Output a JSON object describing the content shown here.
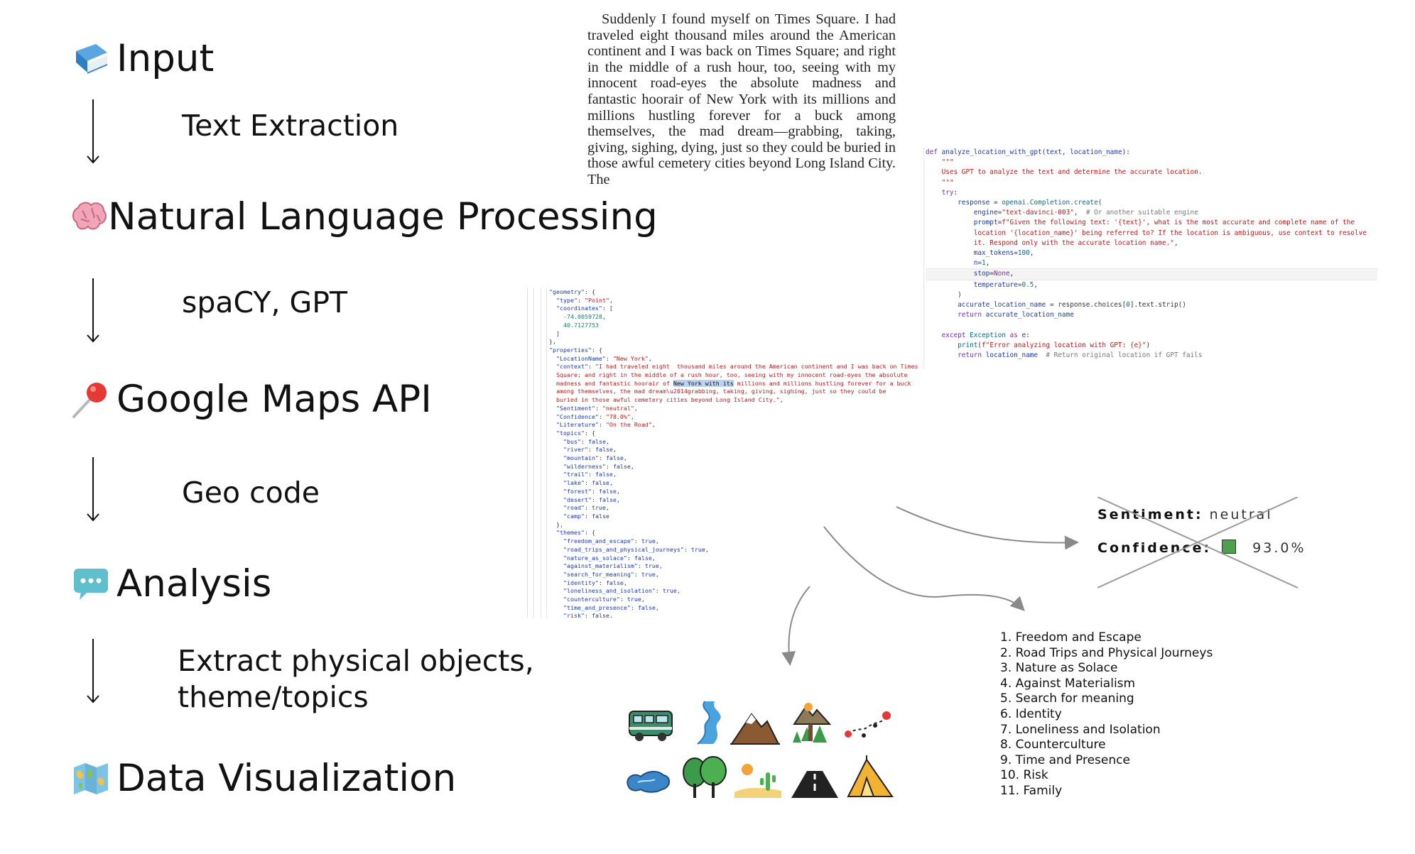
{
  "pipeline": {
    "stages": [
      {
        "label": "Input",
        "icon": "book-icon"
      },
      {
        "label": "Natural Language Processing",
        "icon": "brain-icon"
      },
      {
        "label": "Google Maps API",
        "icon": "map-pin-icon"
      },
      {
        "label": "Analysis",
        "icon": "speech-bubble-icon"
      },
      {
        "label": "Data Visualization",
        "icon": "world-map-icon"
      }
    ],
    "steps": [
      {
        "label": "Text Extraction"
      },
      {
        "label": "spaCY, GPT"
      },
      {
        "label": "Geo code"
      },
      {
        "line1": "Extract physical objects,",
        "line2": "theme/topics"
      }
    ]
  },
  "source_text": "Suddenly I found myself on Times Square. I had traveled eight thousand miles around the American continent and I was back on Times Square; and right in the middle of a rush hour, too, seeing with my innocent road-eyes the absolute madness and fantastic hoorair of New York with its millions and millions hustling forever for a buck among themselves, the mad dream—grabbing, taking, giving, sighing, dying, just so they could be buried in those awful cemetery cities beyond Long Island City. The",
  "code_lines": [
    {
      "spans": [
        [
          "kw",
          "def "
        ],
        [
          "fn",
          "analyze_location_with_gpt"
        ],
        [
          "p",
          "("
        ],
        [
          "fn",
          "text"
        ],
        [
          "p",
          ", "
        ],
        [
          "fn",
          "location_name"
        ],
        [
          "p",
          "):"
        ]
      ]
    },
    {
      "spans": [
        [
          "st",
          "    \"\"\""
        ]
      ]
    },
    {
      "spans": [
        [
          "st",
          "    Uses GPT to analyze the text and determine the accurate location."
        ]
      ]
    },
    {
      "spans": [
        [
          "st",
          "    \"\"\""
        ]
      ]
    },
    {
      "spans": [
        [
          "kw",
          "    try"
        ],
        [
          "p",
          ":"
        ]
      ]
    },
    {
      "spans": [
        [
          "fn",
          "        response"
        ],
        [
          "p",
          " = "
        ],
        [
          "nm",
          "openai.Completion.create"
        ],
        [
          "p",
          "("
        ]
      ]
    },
    {
      "spans": [
        [
          "fn",
          "            engine"
        ],
        [
          "p",
          "="
        ],
        [
          "st",
          "\"text-davinci-003\""
        ],
        [
          "p",
          ",  "
        ],
        [
          "cm",
          "# Or another suitable engine"
        ]
      ]
    },
    {
      "spans": [
        [
          "fn",
          "            prompt"
        ],
        [
          "p",
          "="
        ],
        [
          "st",
          "f\"Given the following text: '{text}', what is the most accurate and complete name of the"
        ]
      ]
    },
    {
      "spans": [
        [
          "st",
          "            location '{location_name}' being referred to? If the location is ambiguous, use context to resolve"
        ]
      ]
    },
    {
      "spans": [
        [
          "st",
          "            it. Respond only with the accurate location name.\""
        ],
        [
          "p",
          ","
        ]
      ]
    },
    {
      "spans": [
        [
          "fn",
          "            max_tokens"
        ],
        [
          "p",
          "="
        ],
        [
          "nm",
          "100"
        ],
        [
          "p",
          ","
        ]
      ]
    },
    {
      "spans": [
        [
          "fn",
          "            n"
        ],
        [
          "p",
          "="
        ],
        [
          "nm",
          "1"
        ],
        [
          "p",
          ","
        ]
      ]
    },
    {
      "spans": [
        [
          "fn",
          "            stop"
        ],
        [
          "p",
          "="
        ],
        [
          "kw",
          "None"
        ],
        [
          "p",
          ","
        ]
      ]
    },
    {
      "spans": [
        [
          "fn",
          "            temperature"
        ],
        [
          "p",
          "="
        ],
        [
          "nm",
          "0.5"
        ],
        [
          "p",
          ","
        ]
      ]
    },
    {
      "spans": [
        [
          "p",
          "        )"
        ]
      ]
    },
    {
      "spans": [
        [
          "fn",
          "        accurate_location_name"
        ],
        [
          "p",
          " = response.choices["
        ],
        [
          "nm",
          "0"
        ],
        [
          "p",
          "].text.strip()"
        ]
      ]
    },
    {
      "spans": [
        [
          "kw",
          "        return "
        ],
        [
          "fn",
          "accurate_location_name"
        ]
      ]
    },
    {
      "spans": [
        [
          "p",
          " "
        ]
      ]
    },
    {
      "spans": [
        [
          "kw",
          "    except "
        ],
        [
          "nm",
          "Exception"
        ],
        [
          "kw",
          " as "
        ],
        [
          "fn",
          "e"
        ],
        [
          "p",
          ":"
        ]
      ]
    },
    {
      "spans": [
        [
          "nm",
          "        print"
        ],
        [
          "p",
          "("
        ],
        [
          "st",
          "f\"Error analyzing location with GPT: {e}\""
        ],
        [
          "p",
          ")"
        ]
      ]
    },
    {
      "spans": [
        [
          "kw",
          "        return "
        ],
        [
          "fn",
          "location_name"
        ],
        [
          "p",
          "  "
        ],
        [
          "cm",
          "# Return original location if GPT fails"
        ]
      ]
    }
  ],
  "json_lines": [
    {
      "spans": [
        [
          "k",
          "\"geometry\""
        ],
        [
          "p",
          ": {"
        ]
      ]
    },
    {
      "spans": [
        [
          "k",
          "  \"type\""
        ],
        [
          "p",
          ": "
        ],
        [
          "s",
          "\"Point\""
        ],
        [
          "p",
          ","
        ]
      ]
    },
    {
      "spans": [
        [
          "k",
          "  \"coordinates\""
        ],
        [
          "p",
          ": ["
        ]
      ]
    },
    {
      "spans": [
        [
          "n",
          "    -74.0059728"
        ],
        [
          "p",
          ","
        ]
      ]
    },
    {
      "spans": [
        [
          "n",
          "    40.7127753"
        ]
      ]
    },
    {
      "spans": [
        [
          "p",
          "  ]"
        ]
      ]
    },
    {
      "spans": [
        [
          "p",
          "},"
        ]
      ]
    },
    {
      "spans": [
        [
          "k",
          "\"properties\""
        ],
        [
          "p",
          ": {"
        ]
      ]
    },
    {
      "spans": [
        [
          "k",
          "  \"LocationName\""
        ],
        [
          "p",
          ": "
        ],
        [
          "s",
          "\"New York\""
        ],
        [
          "p",
          ","
        ]
      ]
    },
    {
      "spans": [
        [
          "k",
          "  \"context\""
        ],
        [
          "p",
          ": "
        ],
        [
          "s",
          "\"I had traveled eight  thousand miles around the American continent and I was back on Times"
        ]
      ]
    },
    {
      "spans": [
        [
          "s",
          "  Square; and right in the middle of a rush hour, too, seeing with my innocent road-eyes the absolute"
        ]
      ]
    },
    {
      "spans": [
        [
          "s",
          "  madness and fantastic hoorair of "
        ],
        [
          "hl",
          "New York with its"
        ],
        [
          "s",
          " millions and millions hustling forever for a buck"
        ]
      ]
    },
    {
      "spans": [
        [
          "s",
          "  among themselves, the mad dream\\u2014grabbing, taking, giving, sighing, just so they could be"
        ]
      ]
    },
    {
      "spans": [
        [
          "s",
          "  buried in those awful cemetery cities beyond Long Island City.\""
        ],
        [
          "p",
          ","
        ]
      ]
    },
    {
      "spans": [
        [
          "k",
          "  \"Sentiment\""
        ],
        [
          "p",
          ": "
        ],
        [
          "s",
          "\"neutral\""
        ],
        [
          "p",
          ","
        ]
      ]
    },
    {
      "spans": [
        [
          "k",
          "  \"Confidence\""
        ],
        [
          "p",
          ": "
        ],
        [
          "s",
          "\"78.0%\""
        ],
        [
          "p",
          ","
        ]
      ]
    },
    {
      "spans": [
        [
          "k",
          "  \"Literature\""
        ],
        [
          "p",
          ": "
        ],
        [
          "s",
          "\"On the Road\""
        ],
        [
          "p",
          ","
        ]
      ]
    },
    {
      "spans": [
        [
          "k",
          "  \"topics\""
        ],
        [
          "p",
          ": {"
        ]
      ]
    },
    {
      "spans": [
        [
          "k",
          "    \"bus\""
        ],
        [
          "p",
          ": "
        ],
        [
          "b",
          "false"
        ],
        [
          "p",
          ","
        ]
      ]
    },
    {
      "spans": [
        [
          "k",
          "    \"river\""
        ],
        [
          "p",
          ": "
        ],
        [
          "b",
          "false"
        ],
        [
          "p",
          ","
        ]
      ]
    },
    {
      "spans": [
        [
          "k",
          "    \"mountain\""
        ],
        [
          "p",
          ": "
        ],
        [
          "b",
          "false"
        ],
        [
          "p",
          ","
        ]
      ]
    },
    {
      "spans": [
        [
          "k",
          "    \"wilderness\""
        ],
        [
          "p",
          ": "
        ],
        [
          "b",
          "false"
        ],
        [
          "p",
          ","
        ]
      ]
    },
    {
      "spans": [
        [
          "k",
          "    \"trail\""
        ],
        [
          "p",
          ": "
        ],
        [
          "b",
          "false"
        ],
        [
          "p",
          ","
        ]
      ]
    },
    {
      "spans": [
        [
          "k",
          "    \"lake\""
        ],
        [
          "p",
          ": "
        ],
        [
          "b",
          "false"
        ],
        [
          "p",
          ","
        ]
      ]
    },
    {
      "spans": [
        [
          "k",
          "    \"forest\""
        ],
        [
          "p",
          ": "
        ],
        [
          "b",
          "false"
        ],
        [
          "p",
          ","
        ]
      ]
    },
    {
      "spans": [
        [
          "k",
          "    \"desert\""
        ],
        [
          "p",
          ": "
        ],
        [
          "b",
          "false"
        ],
        [
          "p",
          ","
        ]
      ]
    },
    {
      "spans": [
        [
          "k",
          "    \"road\""
        ],
        [
          "p",
          ": "
        ],
        [
          "b",
          "true"
        ],
        [
          "p",
          ","
        ]
      ]
    },
    {
      "spans": [
        [
          "k",
          "    \"camp\""
        ],
        [
          "p",
          ": "
        ],
        [
          "b",
          "false"
        ]
      ]
    },
    {
      "spans": [
        [
          "p",
          "  },"
        ]
      ]
    },
    {
      "spans": [
        [
          "k",
          "  \"themes\""
        ],
        [
          "p",
          ": {"
        ]
      ]
    },
    {
      "spans": [
        [
          "k",
          "    \"freedom_and_escape\""
        ],
        [
          "p",
          ": "
        ],
        [
          "b",
          "true"
        ],
        [
          "p",
          ","
        ]
      ]
    },
    {
      "spans": [
        [
          "k",
          "    \"road_trips_and_physical_journeys\""
        ],
        [
          "p",
          ": "
        ],
        [
          "b",
          "true"
        ],
        [
          "p",
          ","
        ]
      ]
    },
    {
      "spans": [
        [
          "k",
          "    \"nature_as_solace\""
        ],
        [
          "p",
          ": "
        ],
        [
          "b",
          "false"
        ],
        [
          "p",
          ","
        ]
      ]
    },
    {
      "spans": [
        [
          "k",
          "    \"against_materialism\""
        ],
        [
          "p",
          ": "
        ],
        [
          "b",
          "true"
        ],
        [
          "p",
          ","
        ]
      ]
    },
    {
      "spans": [
        [
          "k",
          "    \"search_for_meaning\""
        ],
        [
          "p",
          ": "
        ],
        [
          "b",
          "true"
        ],
        [
          "p",
          ","
        ]
      ]
    },
    {
      "spans": [
        [
          "k",
          "    \"identity\""
        ],
        [
          "p",
          ": "
        ],
        [
          "b",
          "false"
        ],
        [
          "p",
          ","
        ]
      ]
    },
    {
      "spans": [
        [
          "k",
          "    \"loneliness_and_isolation\""
        ],
        [
          "p",
          ": "
        ],
        [
          "b",
          "true"
        ],
        [
          "p",
          ","
        ]
      ]
    },
    {
      "spans": [
        [
          "k",
          "    \"counterculture\""
        ],
        [
          "p",
          ": "
        ],
        [
          "b",
          "true"
        ],
        [
          "p",
          ","
        ]
      ]
    },
    {
      "spans": [
        [
          "k",
          "    \"time_and_presence\""
        ],
        [
          "p",
          ": "
        ],
        [
          "b",
          "false"
        ],
        [
          "p",
          ","
        ]
      ]
    },
    {
      "spans": [
        [
          "k",
          "    \"risk\""
        ],
        [
          "p",
          ": "
        ],
        [
          "b",
          "false"
        ],
        [
          "p",
          ","
        ]
      ]
    }
  ],
  "sentiment": {
    "sentiment_label": "Sentiment:",
    "sentiment_value": "neutral",
    "confidence_label": "Confidence:",
    "confidence_value": "93.0%",
    "swatch_color": "#4ea04e"
  },
  "themes_list": [
    "1. Freedom and Escape",
    "2. Road Trips and Physical Journeys",
    "3. Nature as Solace",
    "4. Against Materialism",
    "5. Search for meaning",
    "6. Identity",
    "7. Loneliness and Isolation",
    "8. Counterculture",
    "9. Time and Presence",
    "10. Risk",
    "11. Family"
  ],
  "topic_icons": [
    "bus-icon",
    "river-icon",
    "mountain-icon",
    "wilderness-icon",
    "trail-icon",
    "lake-icon",
    "forest-icon",
    "desert-icon",
    "road-icon",
    "camp-icon"
  ]
}
